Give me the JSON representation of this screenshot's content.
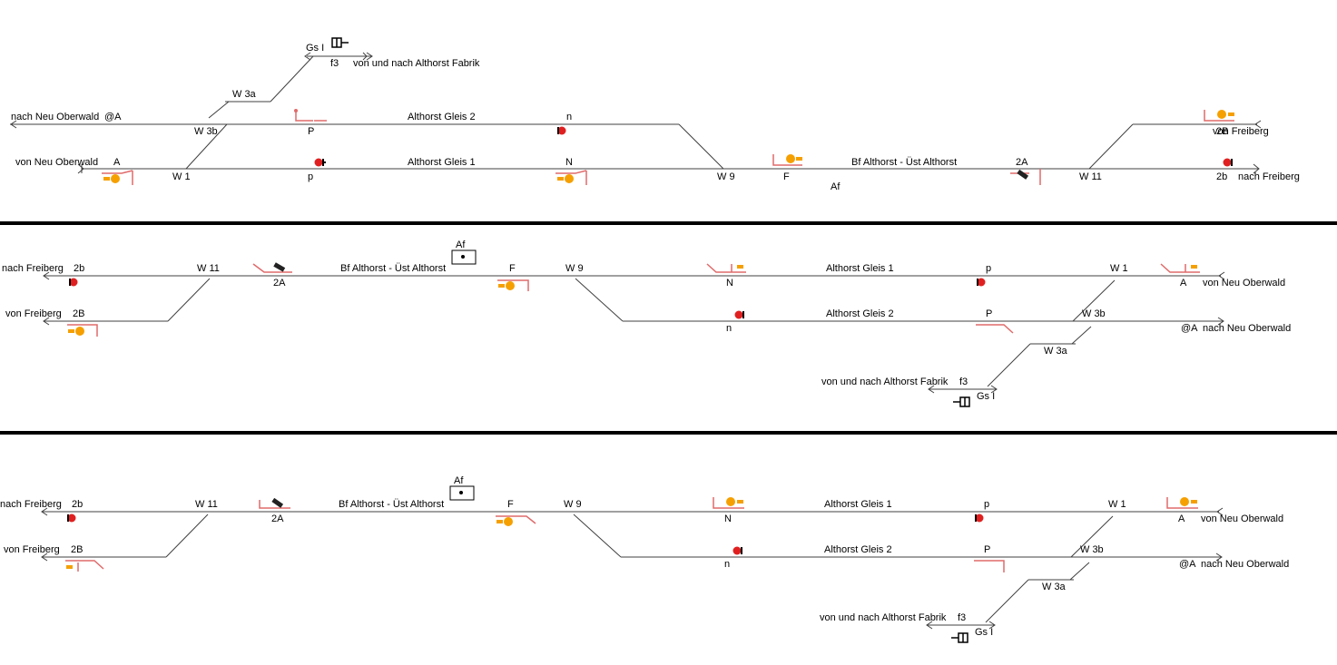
{
  "panels": [
    {
      "labels": {
        "dest_left_top": "nach Neu Oberwald",
        "dest_left_bottom": "von Neu Oberwald",
        "dest_right_top": "von Freiberg",
        "dest_right_bottom": "nach Freiberg",
        "factory": "von und nach Althorst Fabrik",
        "gs": "Gs I",
        "f3": "f3",
        "w3a": "W 3a",
        "w3b": "W 3b",
        "w1": "W 1",
        "w9": "W 9",
        "w11": "W 11",
        "atA": "@A",
        "A": "A",
        "P": "P",
        "p": "p",
        "n": "n",
        "N": "N",
        "F": "F",
        "s2A": "2A",
        "s2B": "2B",
        "s2b": "2b",
        "track2": "Althorst Gleis 2",
        "track1": "Althorst Gleis 1",
        "bf": "Bf Althorst - Üst Althorst",
        "af": "Af"
      }
    },
    {
      "labels": {
        "dest_left_top": "nach Freiberg",
        "dest_left_bottom": "von Freiberg",
        "dest_right_top": "von Neu Oberwald",
        "dest_right_bottom": "nach Neu Oberwald",
        "factory": "von und nach Althorst Fabrik",
        "gs": "Gs I",
        "f3": "f3",
        "w3a": "W 3a",
        "w3b": "W 3b",
        "w1": "W 1",
        "w9": "W 9",
        "w11": "W 11",
        "atA": "@A",
        "A": "A",
        "P": "P",
        "p": "p",
        "n": "n",
        "N": "N",
        "F": "F",
        "s2A": "2A",
        "s2B": "2B",
        "s2b": "2b",
        "track2": "Althorst Gleis 2",
        "track1": "Althorst Gleis 1",
        "bf": "Bf Althorst - Üst Althorst",
        "af": "Af"
      }
    },
    {
      "labels": {
        "dest_left_top": "nach Freiberg",
        "dest_left_bottom": "von Freiberg",
        "dest_right_top": "von Neu Oberwald",
        "dest_right_bottom": "nach Neu Oberwald",
        "factory": "von und nach Althorst Fabrik",
        "gs": "Gs I",
        "f3": "f3",
        "w3a": "W 3a",
        "w3b": "W 3b",
        "w1": "W 1",
        "w9": "W 9",
        "w11": "W 11",
        "atA": "@A",
        "A": "A",
        "P": "P",
        "p": "p",
        "n": "n",
        "N": "N",
        "F": "F",
        "s2A": "2A",
        "s2B": "2B",
        "s2b": "2b",
        "track2": "Althorst Gleis 2",
        "track1": "Althorst Gleis 1",
        "bf": "Bf Althorst - Üst Althorst",
        "af": "Af"
      }
    }
  ],
  "colors": {
    "track": "#404040",
    "signal_red": "#e02020",
    "signal_orange": "#f5a000",
    "signal_pink": "#e06a6a",
    "separator": "#000000"
  }
}
